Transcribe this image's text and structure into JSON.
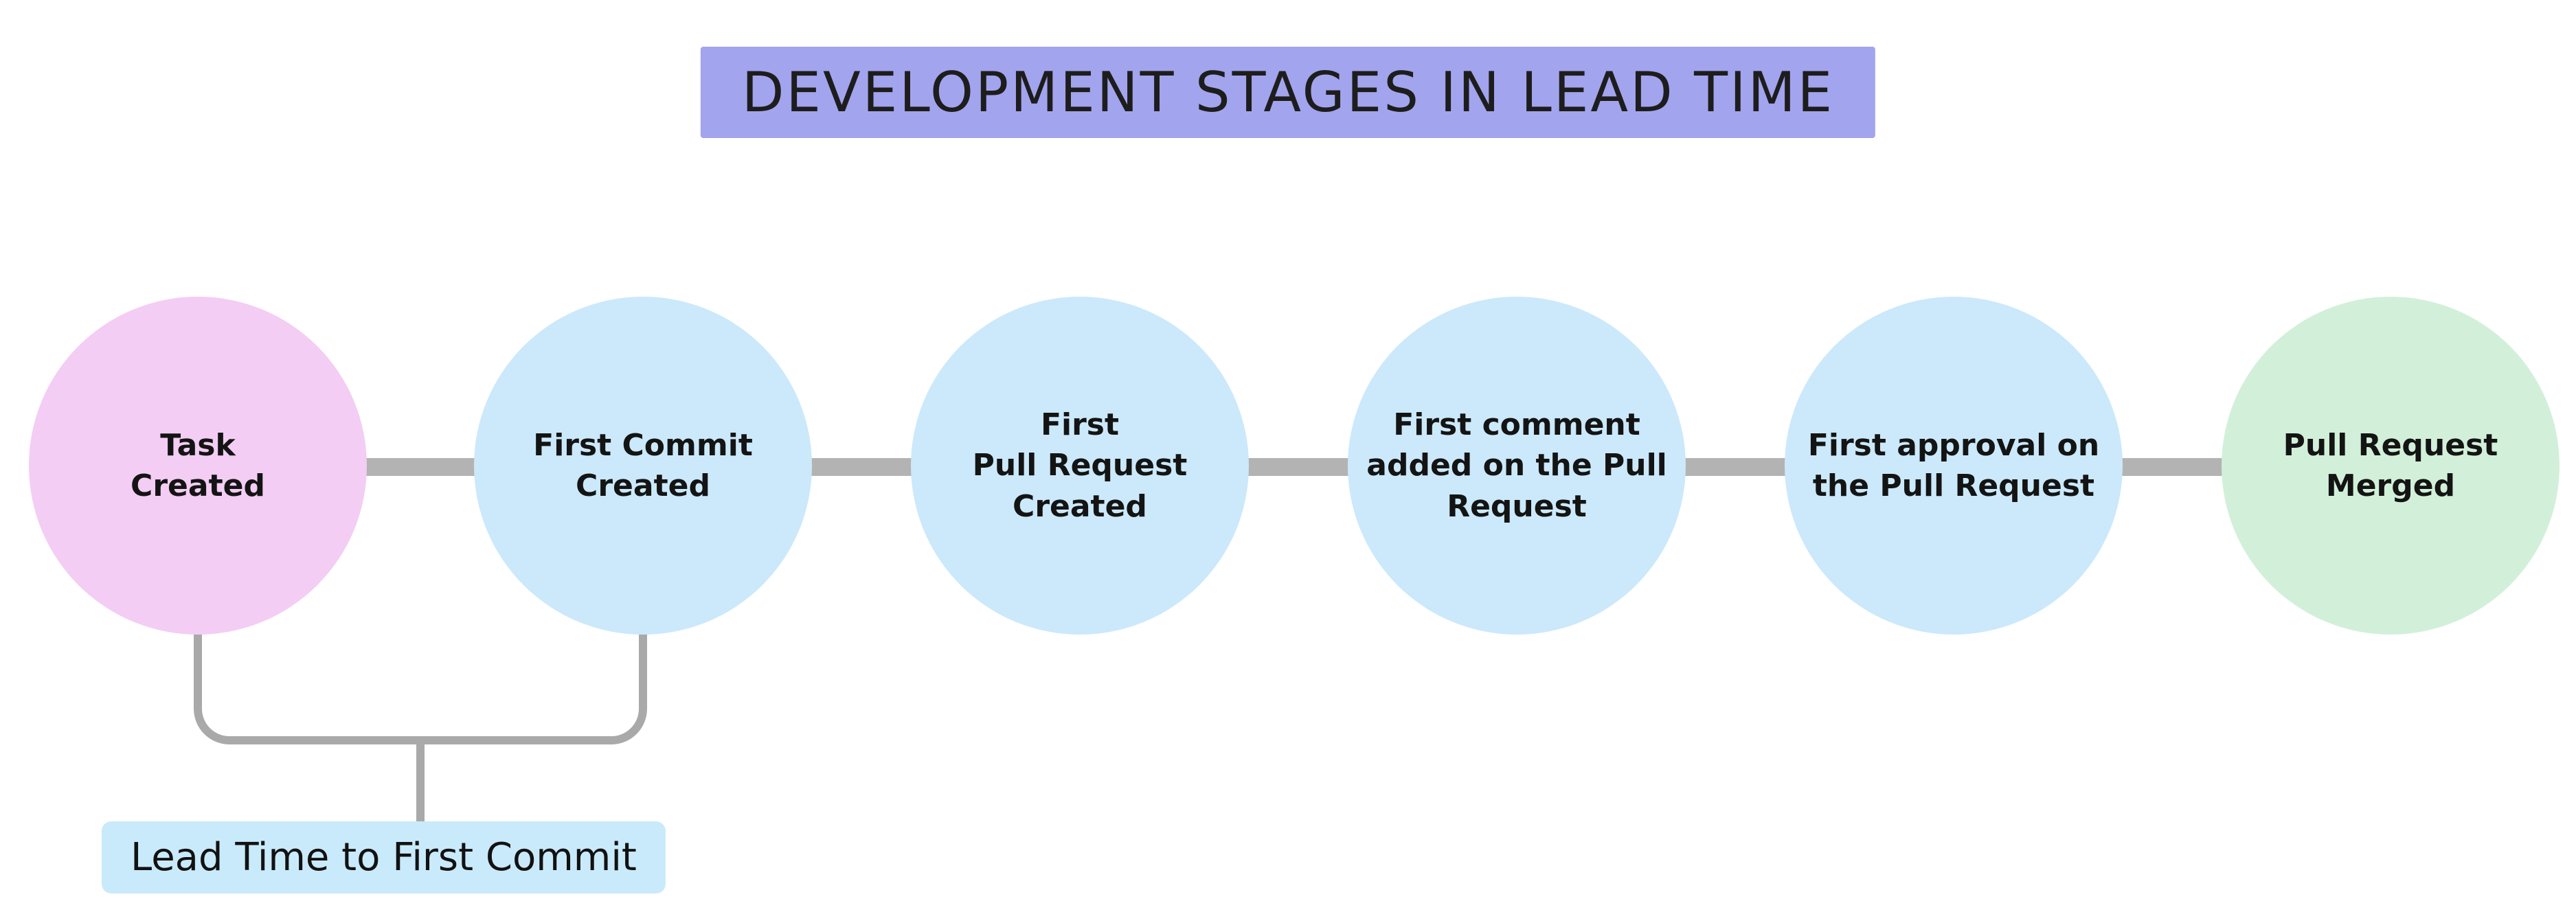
{
  "title": "DEVELOPMENT STAGES IN LEAD TIME",
  "stages": [
    {
      "label": "Task\nCreated",
      "color": "#f3cdf4"
    },
    {
      "label": "First Commit\nCreated",
      "color": "#cbe9fa"
    },
    {
      "label": "First\nPull Request\nCreated",
      "color": "#cbe9fa"
    },
    {
      "label": "First comment\nadded on the Pull\nRequest",
      "color": "#cbe9fa"
    },
    {
      "label": "First approval on\nthe Pull Request",
      "color": "#cbe9fa"
    },
    {
      "label": "Pull Request\nMerged",
      "color": "#d2f0d9"
    }
  ],
  "annotation": {
    "label": "Lead Time to First Commit",
    "box_color": "#c9eafa"
  },
  "colors": {
    "title_bg": "#a3a4ee",
    "connector": "#b3b3b3",
    "bracket": "#a9a9a9",
    "text": "#141414"
  }
}
